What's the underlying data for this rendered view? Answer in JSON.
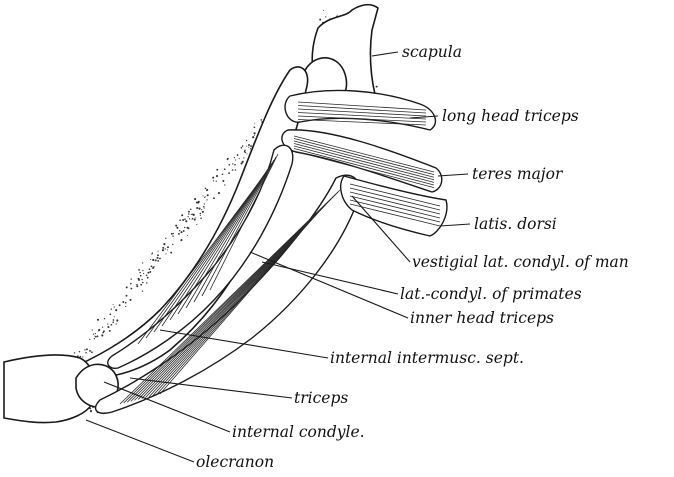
{
  "figure": {
    "labels": [
      {
        "id": "scapula",
        "text": "scapula"
      },
      {
        "id": "long-head-triceps",
        "text": "long head triceps"
      },
      {
        "id": "teres-major",
        "text": "teres major"
      },
      {
        "id": "latis-dorsi",
        "text": "latis. dorsi"
      },
      {
        "id": "vestigial-lat-condyl",
        "text": "vestigial lat. condyl. of man"
      },
      {
        "id": "lat-condyl-primates",
        "text": "lat.-condyl. of primates"
      },
      {
        "id": "inner-head-triceps",
        "text": "inner head triceps"
      },
      {
        "id": "internal-intermusc-sept",
        "text": "internal intermusc. sept."
      },
      {
        "id": "triceps",
        "text": "triceps"
      },
      {
        "id": "internal-condyle",
        "text": "internal condyle."
      },
      {
        "id": "olecranon",
        "text": "olecranon"
      }
    ]
  }
}
